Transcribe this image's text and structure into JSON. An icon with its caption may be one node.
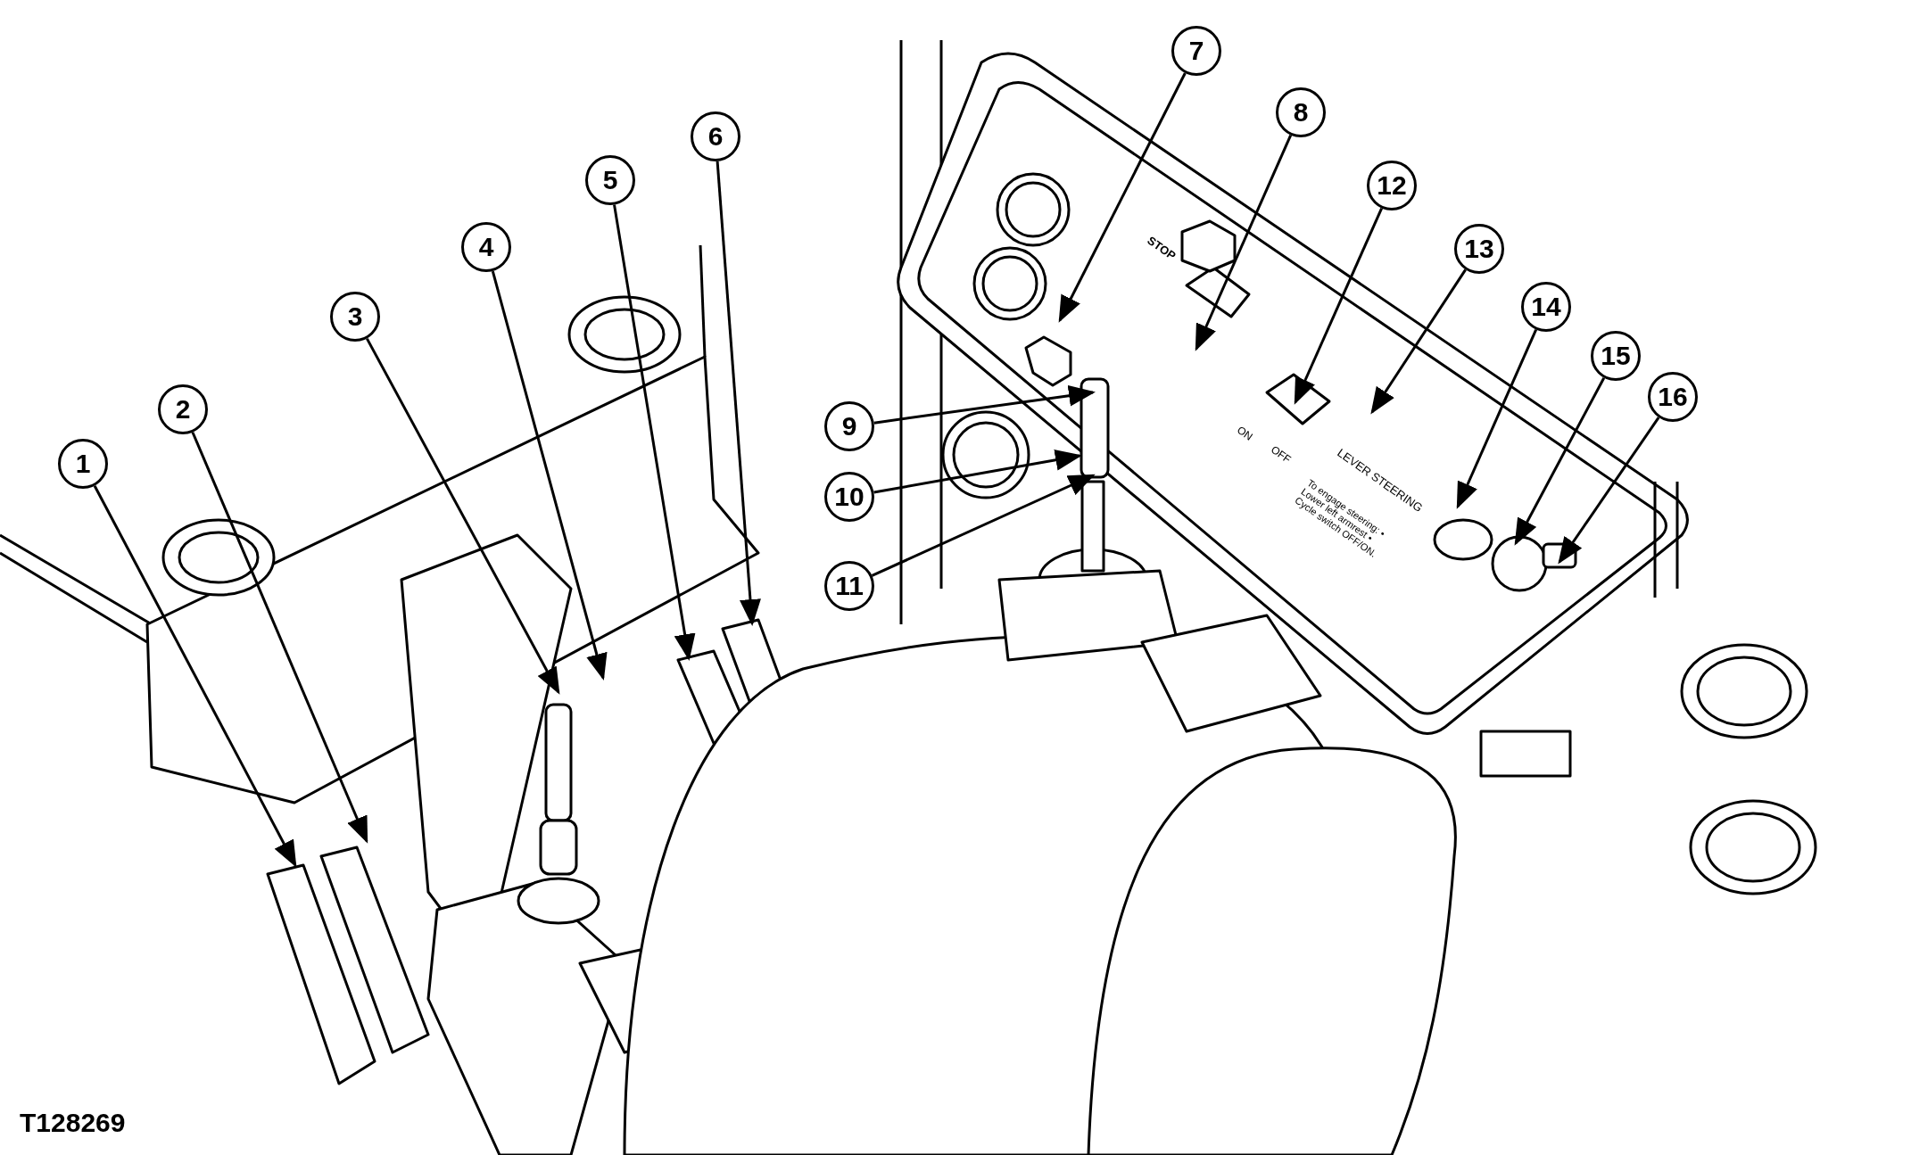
{
  "diagram": {
    "nodes": [
      {
        "text": [
          "1"
        ]
      },
      {
        "text": [
          "2"
        ]
      },
      {
        "text": [
          "3"
        ]
      },
      {
        "text": [
          "4"
        ]
      },
      {
        "text": [
          "5"
        ]
      },
      {
        "text": [
          "6"
        ]
      },
      {
        "text": [
          "7"
        ]
      },
      {
        "text": [
          "8"
        ]
      },
      {
        "text": [
          "9"
        ]
      },
      {
        "text": [
          "10"
        ]
      },
      {
        "text": [
          "11"
        ]
      },
      {
        "text": [
          "12"
        ]
      },
      {
        "text": [
          "13"
        ]
      },
      {
        "text": [
          "14"
        ]
      },
      {
        "text": [
          "15"
        ]
      },
      {
        "text": [
          "16"
        ]
      }
    ],
    "edges": [
      {
        "from": 0,
        "to": null,
        "arrow": "to"
      },
      {
        "from": 1,
        "to": null,
        "arrow": "to"
      },
      {
        "from": 2,
        "to": null,
        "arrow": "to"
      },
      {
        "from": 3,
        "to": null,
        "arrow": "to"
      },
      {
        "from": 4,
        "to": null,
        "arrow": "to"
      },
      {
        "from": 5,
        "to": null,
        "arrow": "to"
      },
      {
        "from": 6,
        "to": null,
        "arrow": "to"
      },
      {
        "from": 7,
        "to": null,
        "arrow": "to"
      },
      {
        "from": 8,
        "to": null,
        "arrow": "to"
      },
      {
        "from": 9,
        "to": null,
        "arrow": "to"
      },
      {
        "from": 10,
        "to": null,
        "arrow": "to"
      },
      {
        "from": 11,
        "to": null,
        "arrow": "to"
      },
      {
        "from": 12,
        "to": null,
        "arrow": "to"
      },
      {
        "from": 13,
        "to": null,
        "arrow": "to"
      },
      {
        "from": 14,
        "to": null,
        "arrow": "to"
      },
      {
        "from": 15,
        "to": null,
        "arrow": "to"
      }
    ],
    "labels": [
      "STOP",
      "ON",
      "OFF",
      "LEVER STEERING",
      "To engage steering: • Lower left armrest • Cycle switch OFF/ON.",
      "T128269"
    ]
  }
}
